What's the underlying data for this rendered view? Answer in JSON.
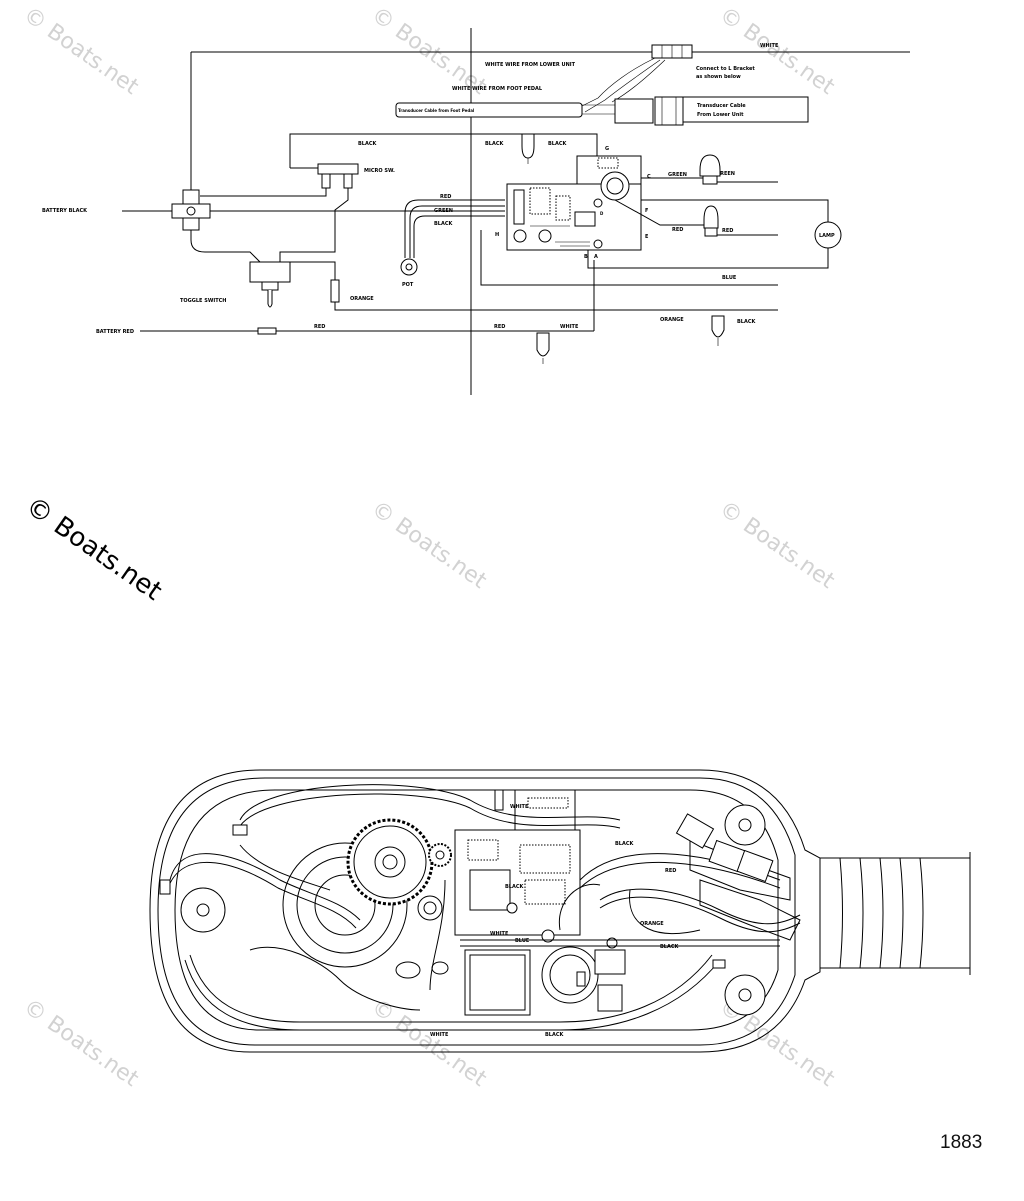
{
  "figure_number": "1883",
  "watermark_text": "© Boats.net",
  "schematic": {
    "labels": {
      "white_top": "WHITE",
      "white_lower_unit": "WHITE WIRE FROM LOWER UNIT",
      "white_foot_pedal": "WHITE WIRE FROM FOOT PEDAL",
      "connect_l_bracket_1": "Connect to L Bracket",
      "connect_l_bracket_2": "as shown below",
      "transducer_1": "Transducer Cable",
      "transducer_2": "From Lower Unit",
      "transducer_foot": "Transducer Cable from Foot Pedal",
      "black_left": "BLACK",
      "black_mid_1": "BLACK",
      "black_mid_2": "BLACK",
      "micro_sw": "MICRO SW.",
      "battery_black": "BATTERY BLACK",
      "red_board": "RED",
      "green_board": "GREEN",
      "black_board": "BLACK",
      "pot": "POT",
      "toggle_switch": "TOGGLE SWITCH",
      "orange_left": "ORANGE",
      "battery_red": "BATTERY RED",
      "red_1": "RED",
      "red_2": "RED",
      "white_bottom": "WHITE",
      "green_right_1": "GREEN",
      "green_right_2": "GREEN",
      "red_right_1": "RED",
      "red_right_2": "RED",
      "lamp": "LAMP",
      "blue": "BLUE",
      "orange_right": "ORANGE",
      "black_right": "BLACK",
      "t_a": "A",
      "t_b": "B",
      "t_c": "C",
      "t_d": "D",
      "t_e": "E",
      "t_f": "F",
      "t_g": "G",
      "t_h": "H"
    }
  },
  "housing": {
    "labels": {
      "black_1": "BLACK",
      "black_2": "BLACK",
      "black_3": "BLACK",
      "black_4": "BLACK",
      "white_1": "WHITE",
      "white_2": "WHITE",
      "white_3": "WHITE",
      "blue_1": "BLUE",
      "red_1": "RED",
      "orange_1": "ORANGE"
    }
  }
}
